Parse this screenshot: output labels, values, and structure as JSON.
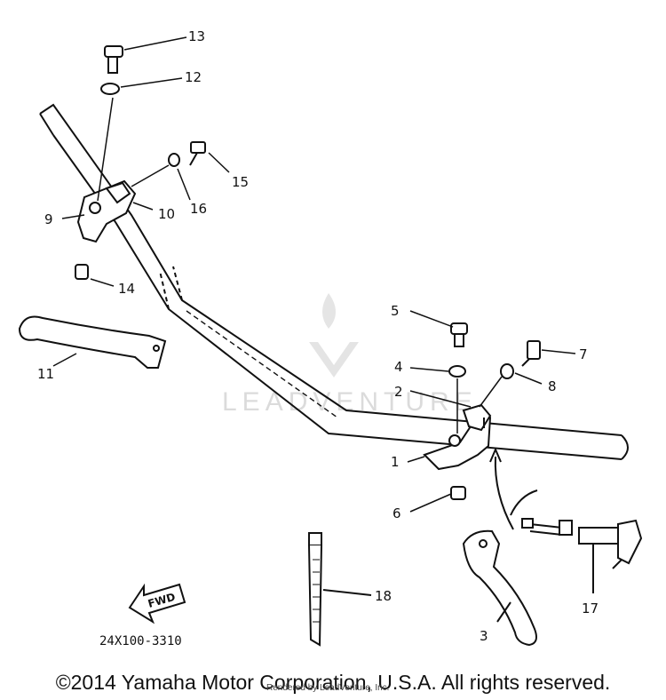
{
  "parts": [
    {
      "num": "1"
    },
    {
      "num": "2"
    },
    {
      "num": "3"
    },
    {
      "num": "4"
    },
    {
      "num": "5"
    },
    {
      "num": "6"
    },
    {
      "num": "7"
    },
    {
      "num": "8"
    },
    {
      "num": "9"
    },
    {
      "num": "10"
    },
    {
      "num": "11"
    },
    {
      "num": "12"
    },
    {
      "num": "13"
    },
    {
      "num": "14"
    },
    {
      "num": "15"
    },
    {
      "num": "16"
    },
    {
      "num": "17"
    },
    {
      "num": "18"
    }
  ],
  "fwd_label": "FWD",
  "diagram_code": "24X100-3310",
  "watermark": "LEADVENTURE",
  "copyright": "©2014 Yamaha Motor Corporation, U.S.A. All rights reserved.",
  "rendered_by": "Rendered by LeadVenture, Inc."
}
